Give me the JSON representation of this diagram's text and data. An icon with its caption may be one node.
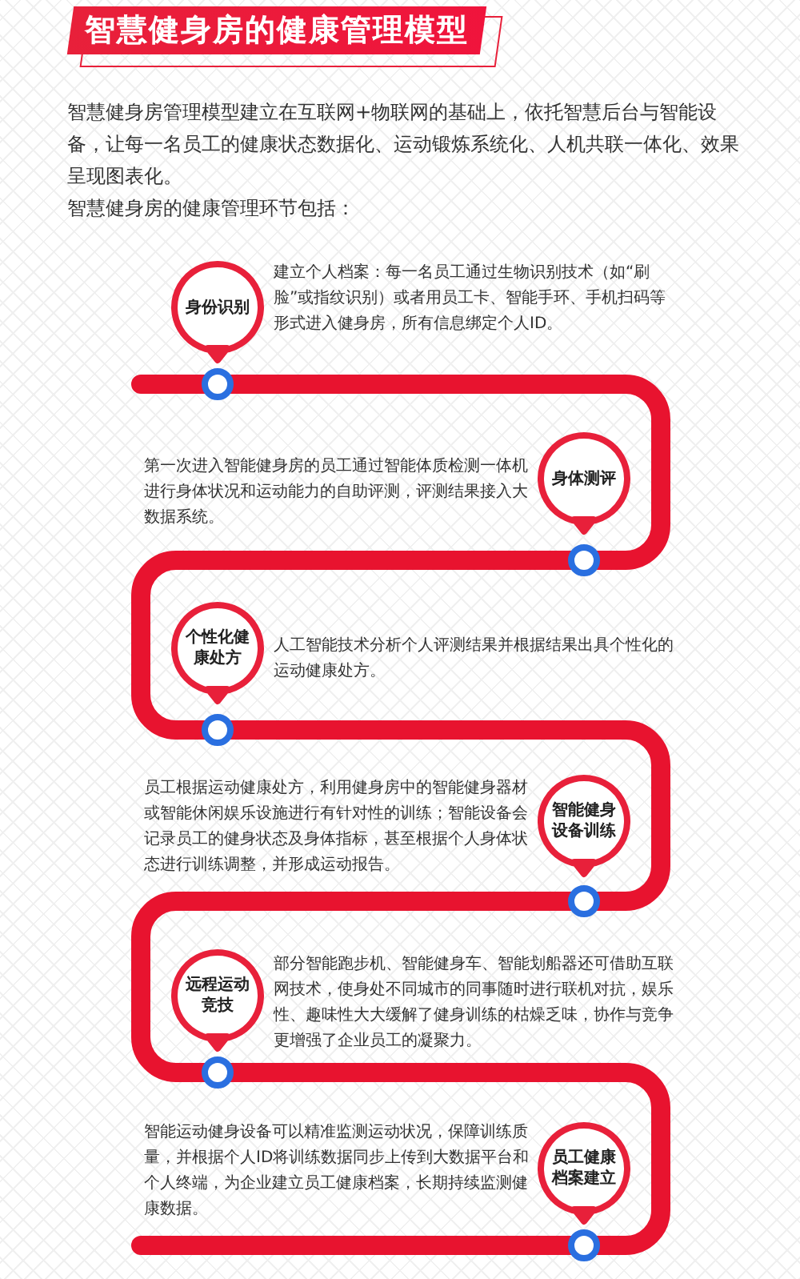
{
  "diagram": {
    "title": "智慧健身房的健康管理模型",
    "nodes": [
      {
        "text": [
          "身份识别"
        ],
        "beside": [
          "建立个人档案：每一名员工通过生物识别技术（如“刷脸”或指纹识别）或者用员工卡、智能手环、手机扫码等形式进入健身房，所有信息绑定个人ID。"
        ]
      },
      {
        "text": [
          "身体测评"
        ],
        "beside": [
          "第一次进入智能健身房的员工通过智能体质检测一体机进行身体状况和运动能力的自助评测，评测结果接入大数据系统。"
        ]
      },
      {
        "text": [
          "个性化健康处方"
        ],
        "beside": [
          "人工智能技术分析个人评测结果并根据结果出具个性化的运动健康处方。"
        ]
      },
      {
        "text": [
          "智能健身设备训练"
        ],
        "beside": [
          "员工根据运动健康处方，利用健身房中的智能健身器材或智能休闲娱乐设施进行有针对性的训练；智能设备会记录员工的健身状态及身体指标，甚至根据个人身体状态进行训练调整，并形成运动报告。"
        ]
      },
      {
        "text": [
          "远程运动竞技"
        ],
        "beside": [
          "部分智能跑步机、智能健身车、智能划船器还可借助互联网技术，使身处不同城市的同事随时进行联机对抗，娱乐性、趣味性大大缓解了健身训练的枯燥乏味，协作与竞争更增强了企业员工的凝聚力。"
        ]
      },
      {
        "text": [
          "员工健康档案建立"
        ],
        "beside": [
          "智能运动健身设备可以精准监测运动状况，保障训练质量，并根据个人ID将训练数据同步上传到大数据平台和个人终端，为企业建立员工健康档案，长期持续监测健康数据。"
        ]
      }
    ],
    "edges": [
      {
        "from": 0,
        "to": 1,
        "arrow": "none"
      },
      {
        "from": 1,
        "to": 2,
        "arrow": "none"
      },
      {
        "from": 2,
        "to": 3,
        "arrow": "none"
      },
      {
        "from": 3,
        "to": 4,
        "arrow": "none"
      },
      {
        "from": 4,
        "to": 5,
        "arrow": "none"
      }
    ],
    "labels": [
      "智慧健身房管理模型建立在互联网+物联网的基础上，依托智慧后台与智能设备，让每一名员工的健康状态数据化、运动锻炼系统化、人机共联一体化、效果呈现图表化。",
      "智慧健身房的健康管理环节包括："
    ]
  }
}
